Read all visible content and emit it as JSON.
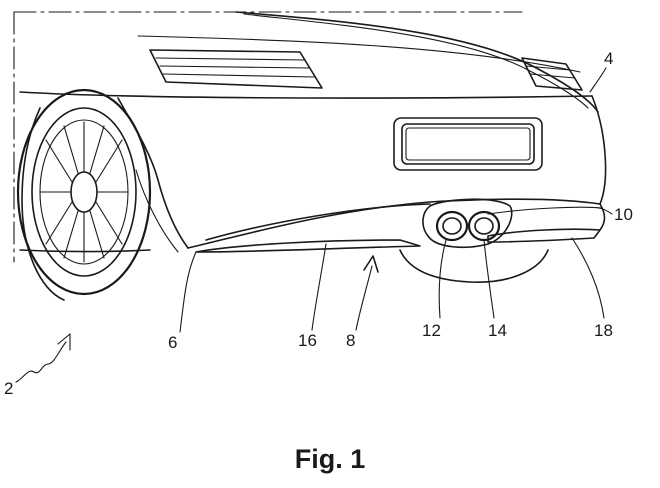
{
  "caption": "Fig. 1",
  "reference_numerals": {
    "n2": "2",
    "n4": "4",
    "n6": "6",
    "n8": "8",
    "n10": "10",
    "n12": "12",
    "n14": "14",
    "n16": "16",
    "n18": "18"
  },
  "colors": {
    "ink": "#1a1a1a",
    "background": "#ffffff"
  }
}
